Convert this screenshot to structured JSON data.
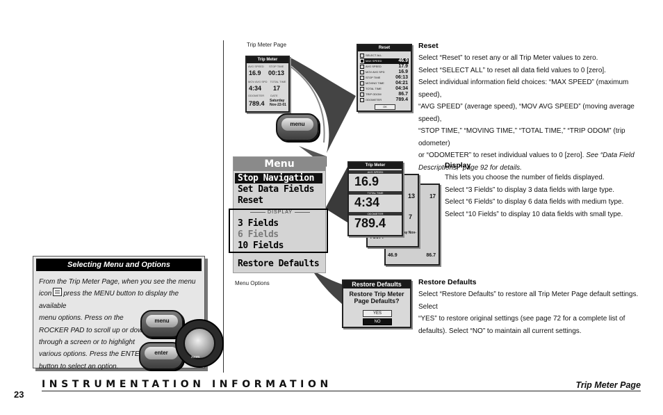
{
  "page": {
    "number": "23",
    "section_title": "INSTRUMENTATION INFORMATION",
    "page_title": "Trip Meter Page"
  },
  "captions": {
    "trip_meter": "Trip Meter Page",
    "menu_options": "Menu Options"
  },
  "sidebar": {
    "heading": "Selecting Menu and Options",
    "line1": "From the Trip Meter Page, when you see the menu",
    "line2a": "icon",
    "line2b": "press the MENU button to display the available",
    "line3": "menu options. Press on the",
    "line4": "ROCKER PAD to scroll up or down",
    "line5": "through a screen or to highlight",
    "line6": "various options. Press the ENTER",
    "line7": "button to select an option."
  },
  "buttons": {
    "menu": "menu",
    "enter": "enter",
    "zoom": "zoom"
  },
  "menu_screen": {
    "title": "Menu",
    "items": [
      "Stop Navigation",
      "Set Data Fields",
      "Reset"
    ],
    "display_label": "DISPLAY",
    "display_items": [
      "3 Fields",
      "6 Fields",
      "10 Fields"
    ],
    "restore": "Restore Defaults"
  },
  "trip_screen": {
    "title": "Trip Meter",
    "labels": [
      "AVG SPEED",
      "STOP TIME",
      "MOV AVG SPD",
      "TOTAL TIME",
      "ODOMETER",
      "DATE"
    ],
    "values": [
      "16.9",
      "00:13",
      "4:34",
      "17",
      "789.4",
      "Saturday Nov-22-01"
    ]
  },
  "reset_screen": {
    "title": "Reset",
    "rows": [
      {
        "label": "SELECT ALL",
        "value": ""
      },
      {
        "label": "MAX SPEED",
        "value": "46.9"
      },
      {
        "label": "AVG SPEED",
        "value": "17.9"
      },
      {
        "label": "MOV AVG SPD",
        "value": "16.9"
      },
      {
        "label": "STOP TIME",
        "value": "06:13"
      },
      {
        "label": "MOVING TIME",
        "value": "04:21"
      },
      {
        "label": "TOTAL TIME",
        "value": "04:34"
      },
      {
        "label": "TRIP ODOM",
        "value": "86.7"
      },
      {
        "label": "ODOMETER",
        "value": "789.4"
      }
    ],
    "ok": "OK"
  },
  "display_screen": {
    "title": "Trip Meter",
    "labels": [
      "AVG SPEED",
      "TOTAL TIME",
      "ODOMETER"
    ],
    "values": [
      "16.9",
      "4:34",
      "789.4"
    ],
    "back_values": [
      "13",
      "17",
      "7",
      "789.4",
      "Saturday Nov-22-01",
      "46.9",
      "86.7"
    ]
  },
  "restore_screen": {
    "title": "Restore Defaults",
    "question": "Restore Trip Meter Page Defaults?",
    "yes": "YES",
    "no": "NO"
  },
  "reset_section": {
    "heading": "Reset",
    "lines": [
      "Select “Reset” to reset any or all Trip Meter values to zero.",
      "Select “SELECT ALL” to reset all data field values to 0 [zero].",
      "Select individual information field choices: “MAX SPEED” (maximum speed),",
      "“AVG SPEED” (average speed), “MOV AVG SPEED” (moving average speed),",
      "“STOP TIME,” “MOVING TIME,” “TOTAL TIME,” “TRIP ODOM” (trip odometer)",
      "or “ODOMETER” to reset individual values to 0 [zero]."
    ],
    "ref_a": "See “Data Field",
    "ref_b": "Descriptions,” page 92 for details."
  },
  "display_section": {
    "heading": "Display",
    "lines": [
      "This lets you choose the number of fields displayed.",
      "Select “3 Fields” to display 3 data fields with large type.",
      "Select “6 Fields” to display 6 data fields with medium type.",
      "Select “10 Fields” to display 10 data fields with small type."
    ]
  },
  "restore_section": {
    "heading": "Restore Defaults",
    "lines": [
      "Select “Restore Defaults” to restore all Trip Meter Page default settings. Select",
      "“YES” to restore original settings (see page 72 for a complete list of",
      "defaults). Select “NO” to maintain all current settings."
    ]
  }
}
